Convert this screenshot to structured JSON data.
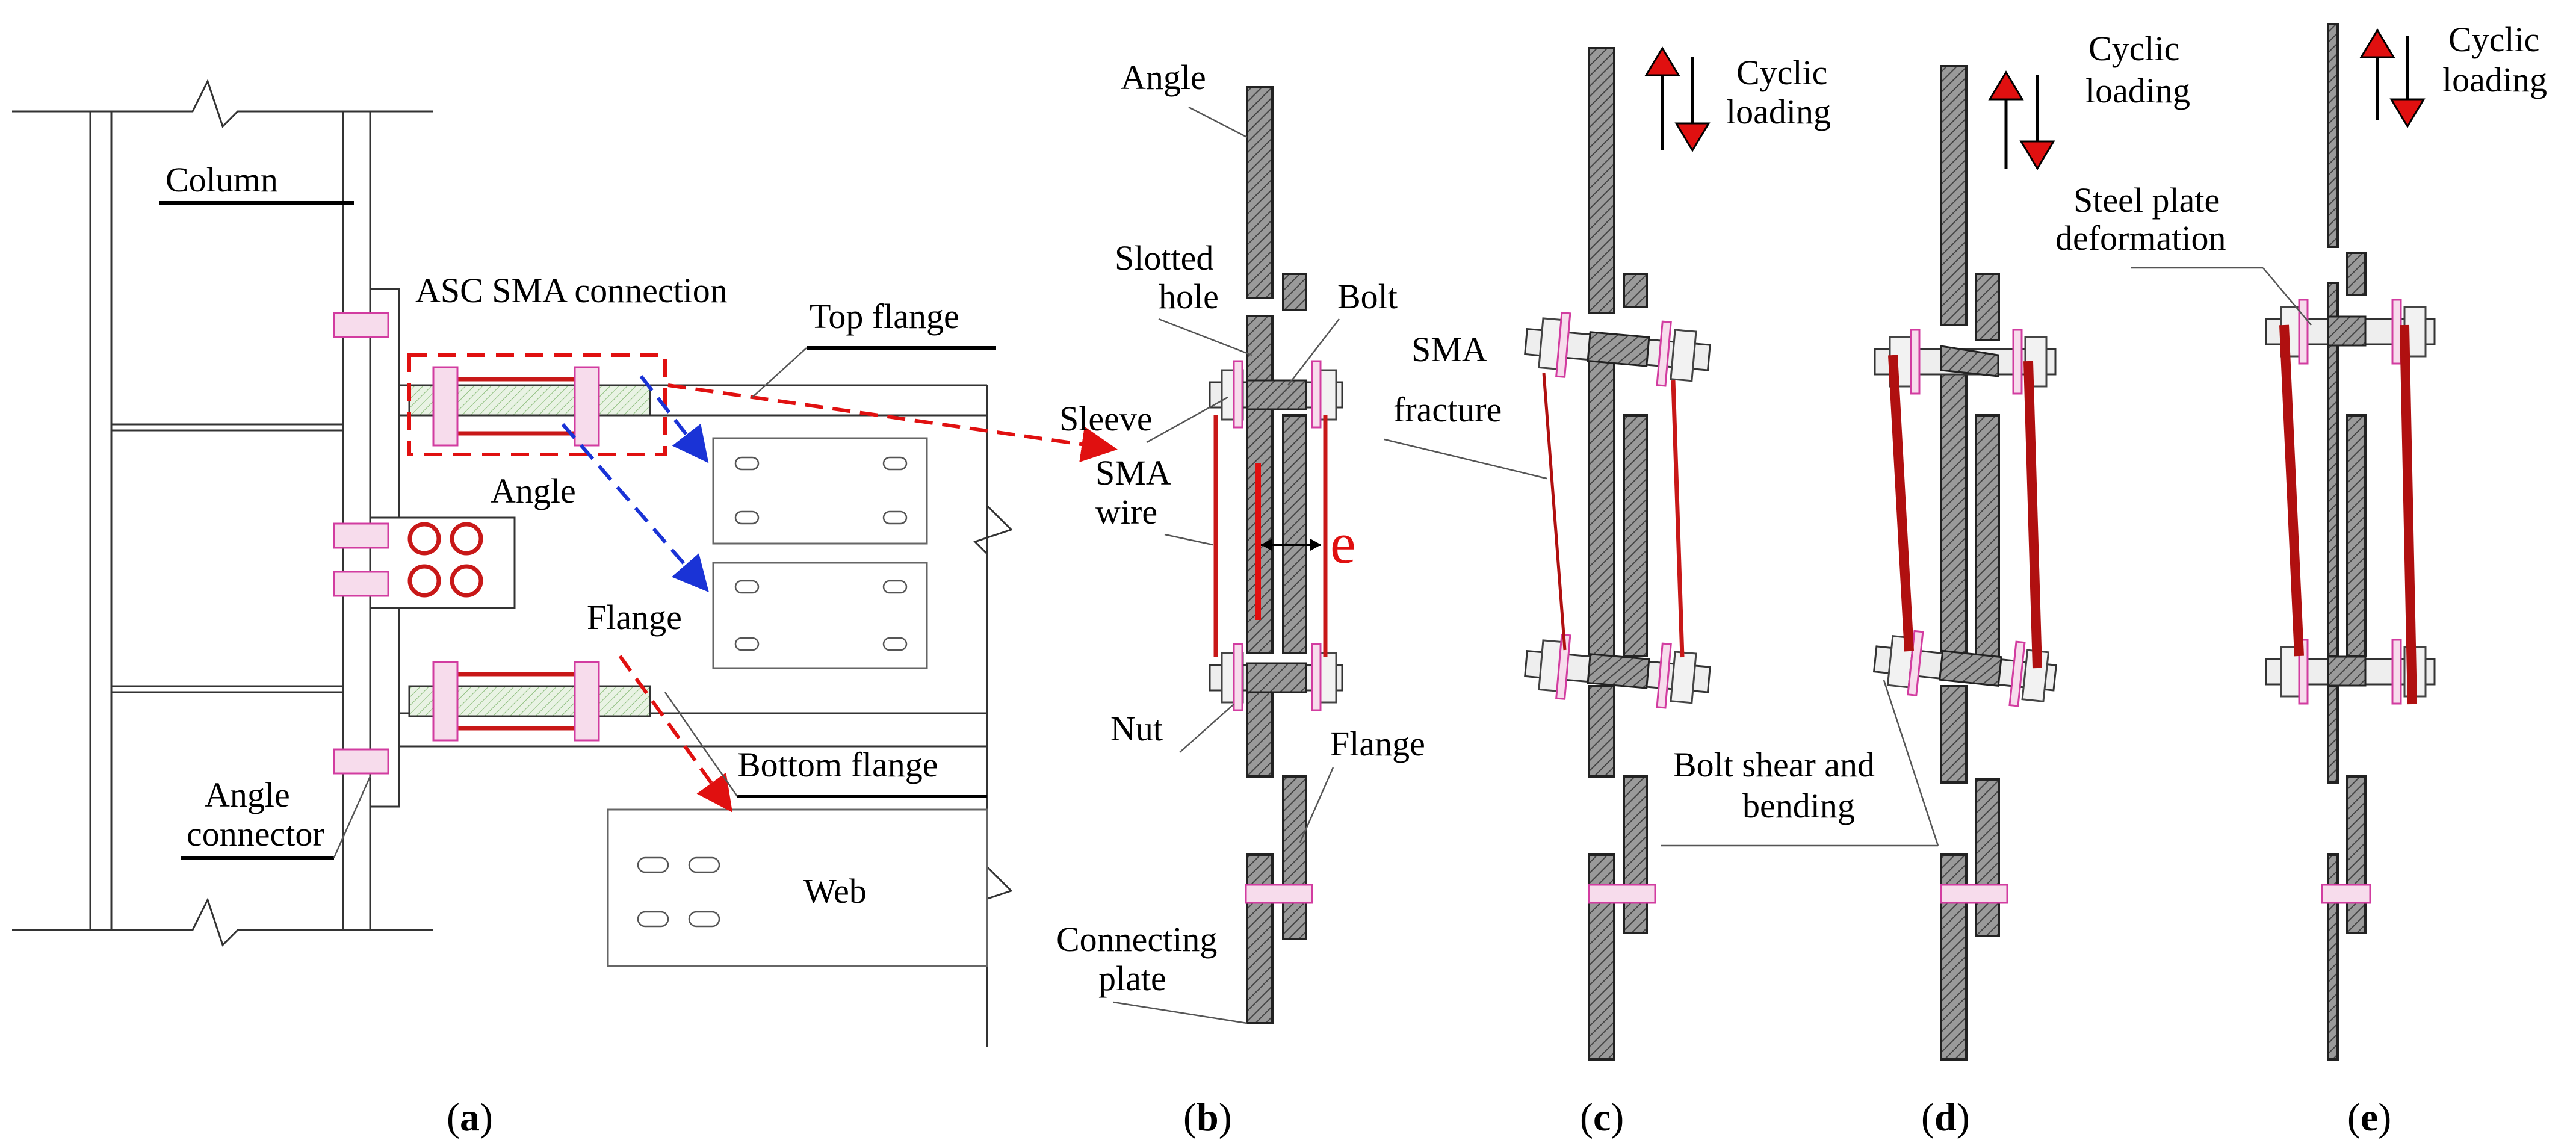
{
  "colors": {
    "accent_red": "#e01010",
    "accent_blue": "#1a33d6",
    "hatch": "#555555"
  },
  "panel_a": {
    "column": "Column",
    "asc_sma_connection": "ASC SMA connection",
    "top_flange": "Top flange",
    "angle": "Angle",
    "flange": "Flange",
    "bottom_flange": "Bottom flange",
    "web": "Web",
    "angle_connector_1": "Angle",
    "angle_connector_2": "connector",
    "caption_open": "(",
    "caption_letter": "a",
    "caption_close": ")"
  },
  "panel_b": {
    "angle": "Angle",
    "slotted_hole_1": "Slotted",
    "slotted_hole_2": "hole",
    "bolt": "Bolt",
    "sleeve": "Sleeve",
    "sma_wire_1": "SMA",
    "sma_wire_2": "wire",
    "e": "e",
    "nut": "Nut",
    "flange": "Flange",
    "connecting_plate_1": "Connecting",
    "connecting_plate_2": "plate",
    "caption_open": "(",
    "caption_letter": "b",
    "caption_close": ")"
  },
  "panel_c": {
    "cyclic_1": "Cyclic",
    "cyclic_2": "loading",
    "sma_fracture_1": "SMA",
    "sma_fracture_2": "fracture",
    "caption_open": "(",
    "caption_letter": "c",
    "caption_close": ")"
  },
  "panel_d": {
    "cyclic_1": "Cyclic",
    "cyclic_2": "loading",
    "bolt_shear_1": "Bolt shear and",
    "bolt_shear_2": "bending",
    "caption_open": "(",
    "caption_letter": "d",
    "caption_close": ")"
  },
  "panel_e": {
    "cyclic_1": "Cyclic",
    "cyclic_2": "loading",
    "steel_plate_1": "Steel plate",
    "steel_plate_2": "deformation",
    "caption_open": "(",
    "caption_letter": "e",
    "caption_close": ")"
  }
}
